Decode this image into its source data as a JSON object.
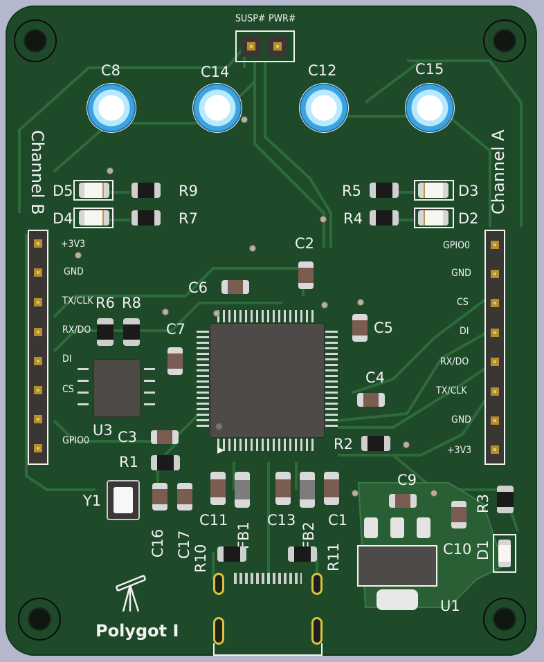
{
  "board": {
    "name": "Polygot I",
    "top_labels": {
      "susp": "SUSP#",
      "pwr": "PWR#"
    },
    "channel_a": "Channel A",
    "channel_b": "Channel B",
    "colors": {
      "pcb": "#1f4a2a",
      "trace": "#2d6b3b",
      "silk": "#f2f2f2",
      "background": "#b5b8cc"
    }
  },
  "capacitors_electrolytic": [
    "C8",
    "C14",
    "C12",
    "C15"
  ],
  "leds": [
    "D5",
    "D4",
    "D3",
    "D2"
  ],
  "resistors_led": [
    "R9",
    "R7",
    "R5",
    "R4"
  ],
  "refs": {
    "c2": "C2",
    "c6": "C6",
    "c5": "C5",
    "c7": "C7",
    "c4": "C4",
    "c3": "C3",
    "r6": "R6",
    "r8": "R8",
    "r1": "R1",
    "r2": "R2",
    "r3": "R3",
    "u3": "U3",
    "y1": "Y1",
    "c16": "C16",
    "c17": "C17",
    "c11": "C11",
    "fb1": "FB1",
    "c13": "C13",
    "fb2": "FB2",
    "c1": "C1",
    "c9": "C9",
    "c10": "C10",
    "d1": "D1",
    "r10": "R10",
    "r11": "R11",
    "u1": "U1"
  },
  "header_b_pins": [
    "+3V3",
    "GND",
    "TX/CLK",
    "RX/DO",
    "DI",
    "CS",
    "GPIO0"
  ],
  "header_a_pins": [
    "GPIO0",
    "GND",
    "CS",
    "DI",
    "RX/DO",
    "TX/CLK",
    "GND",
    "+3V3"
  ]
}
